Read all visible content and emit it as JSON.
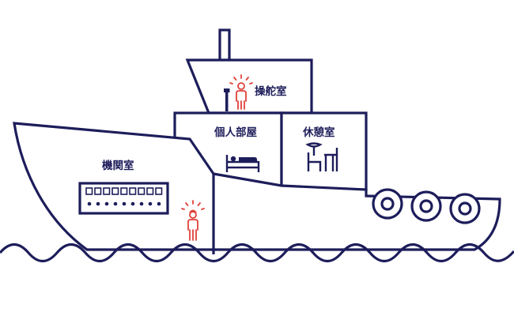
{
  "diagram": {
    "rooms": {
      "bridge": {
        "label": "操舵室"
      },
      "private_room": {
        "label": "個人部屋"
      },
      "lounge": {
        "label": "休憩室"
      },
      "engine_room": {
        "label": "機関室"
      }
    },
    "colors": {
      "outline": "#1d1d5b",
      "alert": "#e0413a",
      "background": "#ffffff"
    },
    "icons": [
      "person-alert-icon",
      "bed-icon",
      "table-chairs-icon",
      "control-panel-icon",
      "tire-fender-icon",
      "wave-icon"
    ]
  }
}
